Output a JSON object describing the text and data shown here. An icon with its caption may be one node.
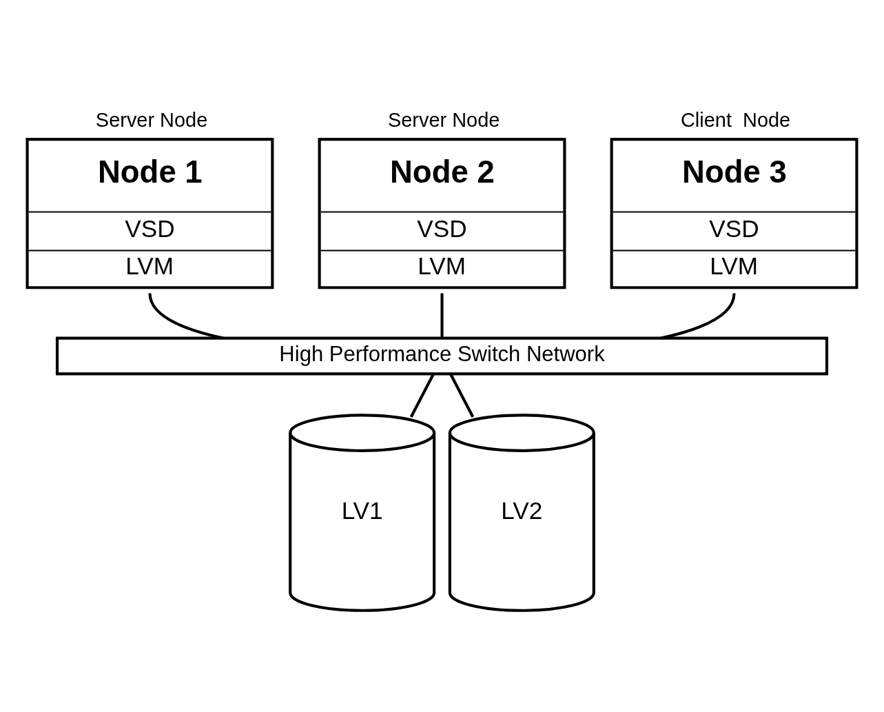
{
  "diagram": {
    "nodes": [
      {
        "text": [
          "Server Node",
          "Node 1",
          "VSD",
          "LVM"
        ]
      },
      {
        "text": [
          "Server Node",
          "Node 2",
          "VSD",
          "LVM"
        ]
      },
      {
        "text": [
          "Client  Node",
          "Node 3",
          "VSD",
          "LVM"
        ]
      },
      {
        "text": [
          "High Performance Switch Network"
        ]
      },
      {
        "text": [
          "LV1"
        ]
      },
      {
        "text": [
          "LV2"
        ]
      }
    ],
    "edges": [
      {
        "from": 0,
        "to": 3,
        "arrow": "none"
      },
      {
        "from": 1,
        "to": 3,
        "arrow": "none"
      },
      {
        "from": 2,
        "to": 3,
        "arrow": "none"
      },
      {
        "from": 3,
        "to": 4,
        "arrow": "none"
      },
      {
        "from": 3,
        "to": 5,
        "arrow": "none"
      }
    ]
  }
}
